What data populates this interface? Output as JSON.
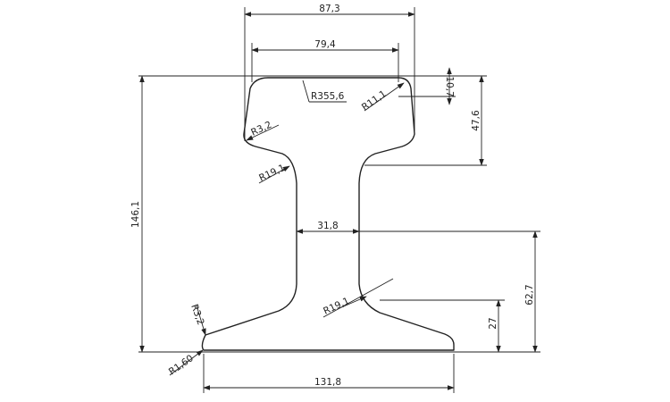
{
  "colors": {
    "line": "#222222",
    "background": "#ffffff"
  },
  "dimensions": {
    "head_width": "87,3",
    "head_top_width": "79,4",
    "crown_radius": "R355,6",
    "head_corner_radius": "R11,1",
    "head_side_height": "10,7",
    "head_height": "47,6",
    "head_undercut_radius": "R3,2",
    "upper_fillet_radius": "R19,1",
    "web_thickness": "31,8",
    "total_height": "146,1",
    "web_center_height": "62,7",
    "lower_fillet_radius": "R19,1",
    "foot_height": "27",
    "foot_edge_radius": "R3,2",
    "foot_corner_radius": "R1,60",
    "base_width": "131,8"
  }
}
